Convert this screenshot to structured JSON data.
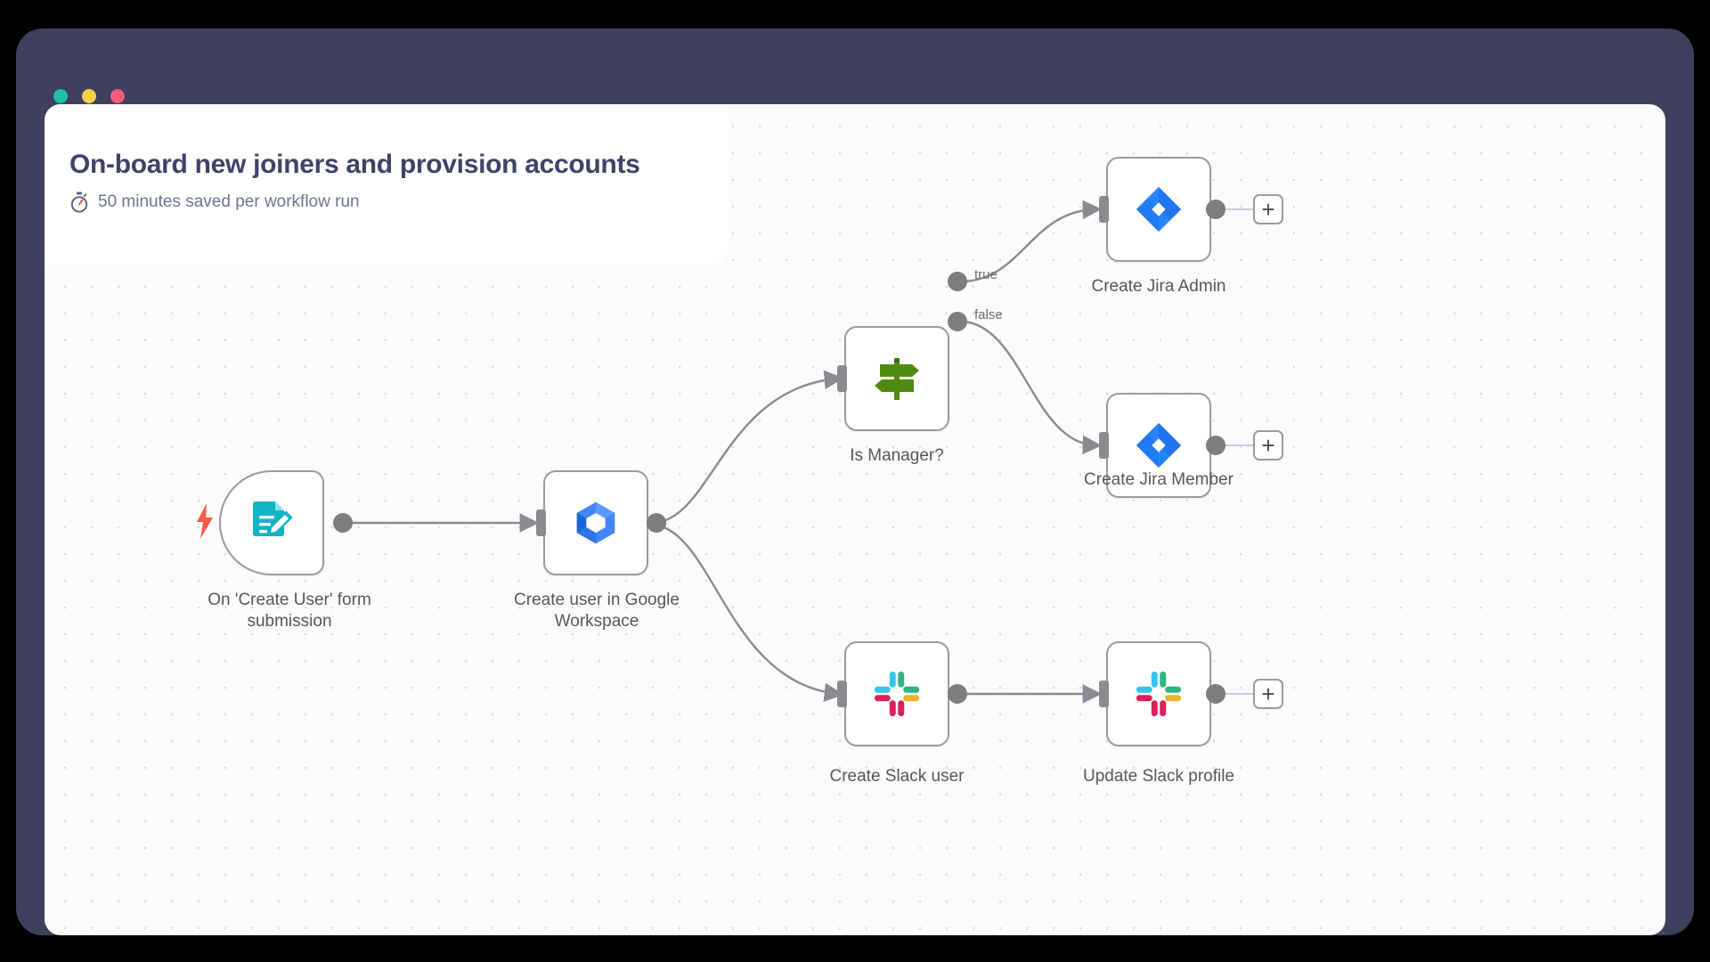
{
  "window": {
    "traffic_lights": [
      {
        "name": "close",
        "color": "#19c3a4"
      },
      {
        "name": "minimize",
        "color": "#f7d046"
      },
      {
        "name": "maximize",
        "color": "#f65c7f"
      }
    ],
    "frame_color": "#403f5d",
    "canvas_color": "#fafbfc"
  },
  "header": {
    "title": "On-board new joiners and provision accounts",
    "subtitle": "50 minutes saved per workflow run",
    "timer_icon": "stopwatch-icon",
    "title_color": "#3f4368",
    "subtitle_color": "#6e7492"
  },
  "workflow": {
    "nodes": [
      {
        "id": "trigger",
        "label": "On 'Create User' form submission",
        "icon": "form-edit-icon",
        "icon_color": "#0fb3c4",
        "kind": "trigger",
        "has_bolt": true,
        "bolt_color": "#fb5a47"
      },
      {
        "id": "google-workspace",
        "label": "Create user in Google Workspace",
        "icon": "google-workspace-hexagon-icon",
        "icon_color": "#4285f4",
        "kind": "action"
      },
      {
        "id": "is-manager",
        "label": "Is Manager?",
        "icon": "signpost-icon",
        "icon_color": "#4f8a10",
        "kind": "switch",
        "outputs": [
          "true",
          "false"
        ]
      },
      {
        "id": "jira-admin",
        "label": "Create Jira Admin",
        "icon": "jira-diamond-icon",
        "icon_color": "#2684ff",
        "kind": "action",
        "has_plus": true
      },
      {
        "id": "jira-member",
        "label": "Create Jira Member",
        "icon": "jira-diamond-icon",
        "icon_color": "#2684ff",
        "kind": "action",
        "has_plus": true
      },
      {
        "id": "slack-create",
        "label": "Create Slack user",
        "icon": "slack-icon",
        "kind": "action"
      },
      {
        "id": "slack-update",
        "label": "Update Slack profile",
        "icon": "slack-icon",
        "kind": "action",
        "has_plus": true
      }
    ],
    "connections": [
      {
        "from": "trigger",
        "to": "google-workspace",
        "label": ""
      },
      {
        "from": "google-workspace",
        "to": "is-manager",
        "label": ""
      },
      {
        "from": "google-workspace",
        "to": "slack-create",
        "label": ""
      },
      {
        "from": "is-manager",
        "to": "jira-admin",
        "label": "true"
      },
      {
        "from": "is-manager",
        "to": "jira-member",
        "label": "false"
      },
      {
        "from": "slack-create",
        "to": "slack-update",
        "label": ""
      }
    ],
    "add_button_label": "+",
    "edge_color": "#8a8a8f",
    "port_color": "#7d7d7d"
  }
}
